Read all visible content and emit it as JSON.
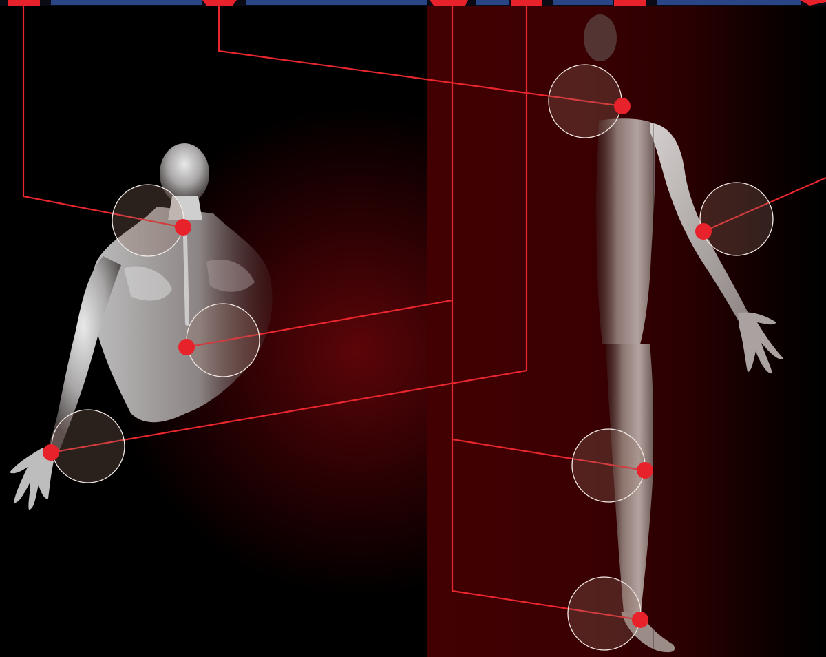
{
  "colors": {
    "accent_red": "#e8222a",
    "line_red": "#e8262e",
    "nav_blue": "#2a4585",
    "ring_white": "#f2e9e4",
    "ring_fill": "rgba(150,120,105,0.28)",
    "body_light": "#d8d8d8",
    "body_shadow": "#5a5050",
    "right_figure": "#8a7a76"
  },
  "figures": [
    {
      "name": "back-view-figure",
      "view": "posterior"
    },
    {
      "name": "front-view-figure",
      "view": "anterior"
    }
  ],
  "hotspots": [
    {
      "name": "neck-hotspot",
      "figure": "back-view-figure",
      "region": "neck"
    },
    {
      "name": "lower-back-hotspot",
      "figure": "back-view-figure",
      "region": "lower-back"
    },
    {
      "name": "wrist-hotspot",
      "figure": "back-view-figure",
      "region": "wrist"
    },
    {
      "name": "shoulder-hotspot",
      "figure": "front-view-figure",
      "region": "shoulder"
    },
    {
      "name": "elbow-hotspot",
      "figure": "front-view-figure",
      "region": "elbow"
    },
    {
      "name": "knee-hotspot",
      "figure": "front-view-figure",
      "region": "knee"
    },
    {
      "name": "ankle-hotspot",
      "figure": "front-view-figure",
      "region": "ankle"
    }
  ]
}
